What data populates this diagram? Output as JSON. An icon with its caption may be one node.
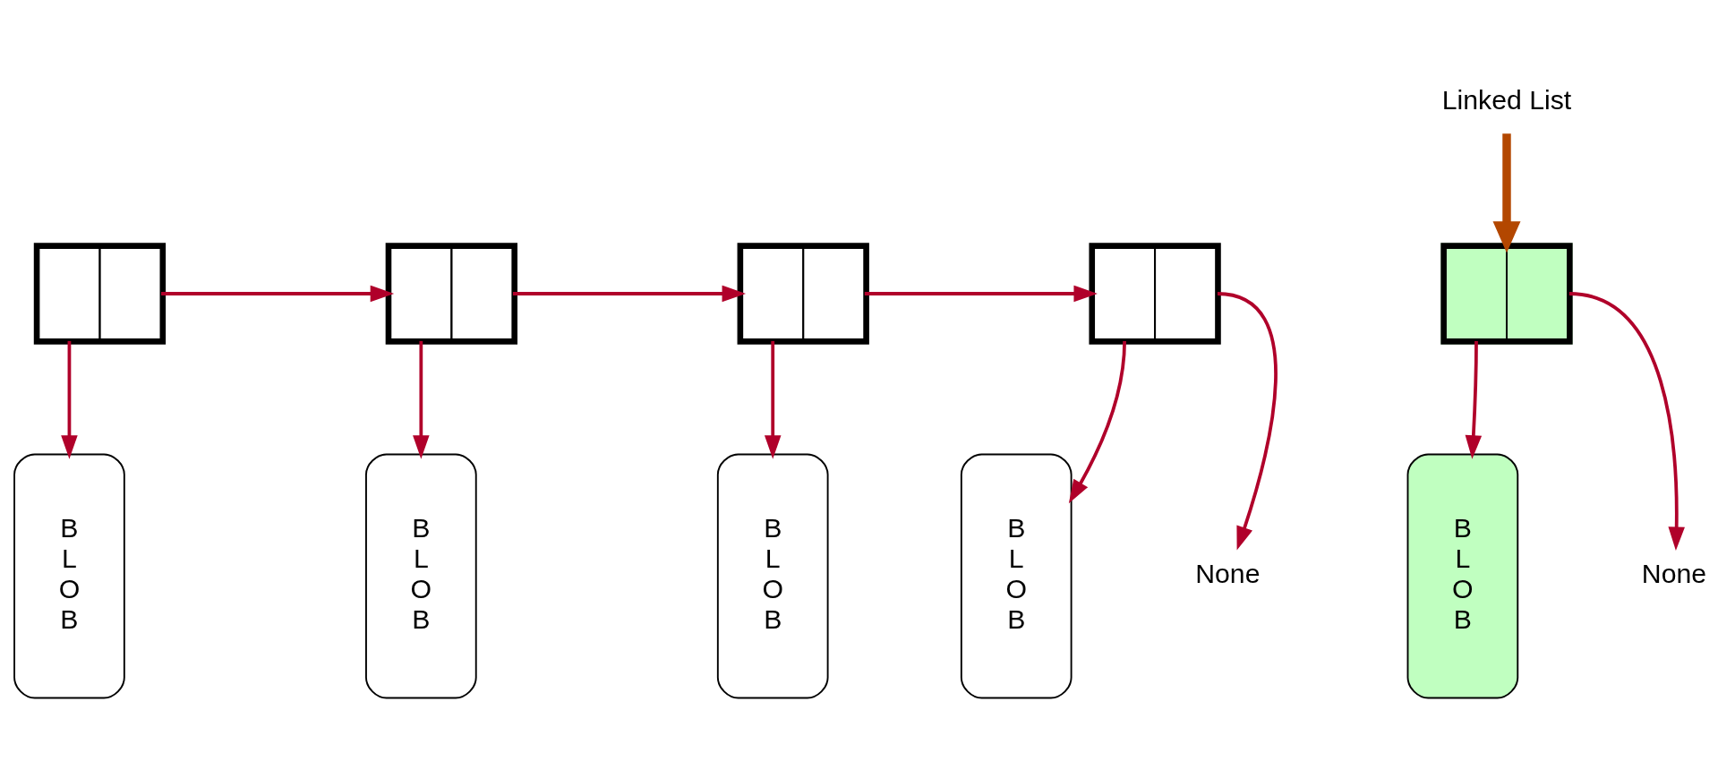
{
  "diagram": {
    "nodes": [
      {
        "text": [
          "Linked List"
        ]
      },
      {
        "text": [],
        "shape": "box"
      },
      {
        "text": [],
        "shape": "box"
      },
      {
        "text": [],
        "shape": "box"
      },
      {
        "text": [],
        "shape": "box"
      },
      {
        "text": [],
        "shape": "box"
      },
      {
        "text": [
          "None"
        ]
      },
      {
        "text": [
          "None"
        ]
      },
      {
        "text": [
          "B L O B"
        ]
      },
      {
        "text": [
          "B L O B"
        ]
      },
      {
        "text": [
          "B L O B"
        ]
      },
      {
        "text": [
          "B L O B"
        ]
      },
      {
        "text": [
          "B L O B"
        ]
      }
    ],
    "edges": [
      {
        "from": 1,
        "to": 2,
        "arrow": "to"
      },
      {
        "from": 2,
        "to": 3,
        "arrow": "to"
      },
      {
        "from": 3,
        "to": 4,
        "arrow": "to"
      },
      {
        "from": 4,
        "to": 6,
        "arrow": "to"
      },
      {
        "from": 5,
        "to": 7,
        "arrow": "to"
      },
      {
        "from": 1,
        "to": 8,
        "arrow": "to"
      },
      {
        "from": 2,
        "to": 9,
        "arrow": "to"
      },
      {
        "from": 3,
        "to": 10,
        "arrow": "to"
      },
      {
        "from": 4,
        "to": 11,
        "arrow": "to"
      },
      {
        "from": 5,
        "to": 12,
        "arrow": "to"
      },
      {
        "from": 0,
        "to": 5,
        "arrow": "to",
        "style": "thick",
        "color": "#b34700"
      }
    ]
  }
}
